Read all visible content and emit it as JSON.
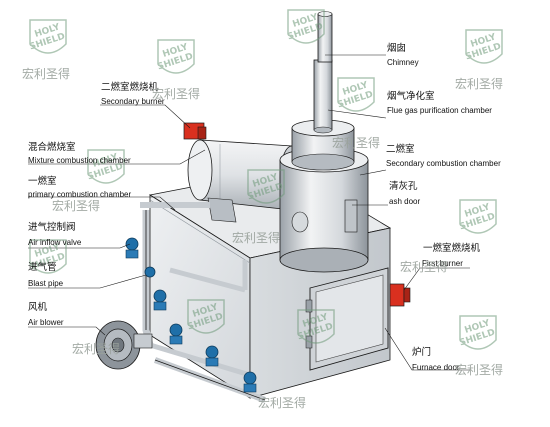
{
  "labels": {
    "chimney_cn": "烟囱",
    "chimney_en": "Chimney",
    "flue_cn": "烟气净化室",
    "flue_en": "Flue gas purification chamber",
    "secondary_chamber_cn": "二燃室",
    "secondary_chamber_en": "Secondary combustion chamber",
    "ash_cn": "清灰孔",
    "ash_en": "ash door",
    "first_burner_cn": "一燃室燃烧机",
    "first_burner_en": "First burner",
    "furnace_door_cn": "炉门",
    "furnace_door_en": "Furnace door",
    "secondary_burner_cn": "二燃室燃烧机",
    "secondary_burner_en": "Secondary burner",
    "mixture_cn": "混合燃烧室",
    "mixture_en": "Mixture combustion chamber",
    "primary_cn": "一燃室",
    "primary_en": "primary combustion chamber",
    "air_valve_cn": "进气控制阀",
    "air_valve_en": "Air inflow valve",
    "blast_pipe_cn": "进气管",
    "blast_pipe_en": "Blast pipe",
    "blower_cn": "风机",
    "blower_en": "Air blower"
  },
  "watermark": {
    "brand_text": "宏利圣得",
    "logo_line1": "HOLY",
    "logo_line2": "SHIELD"
  },
  "colors": {
    "watermark": "#9aa29c",
    "logo_green": "#6f9a7a",
    "burner_red": "#d9301f",
    "valve_blue": "#1f6fa8",
    "metal_light": "#e8eaec",
    "metal_mid": "#c6cbd0",
    "metal_dark": "#8d949b",
    "outline": "#1a1a1a"
  }
}
